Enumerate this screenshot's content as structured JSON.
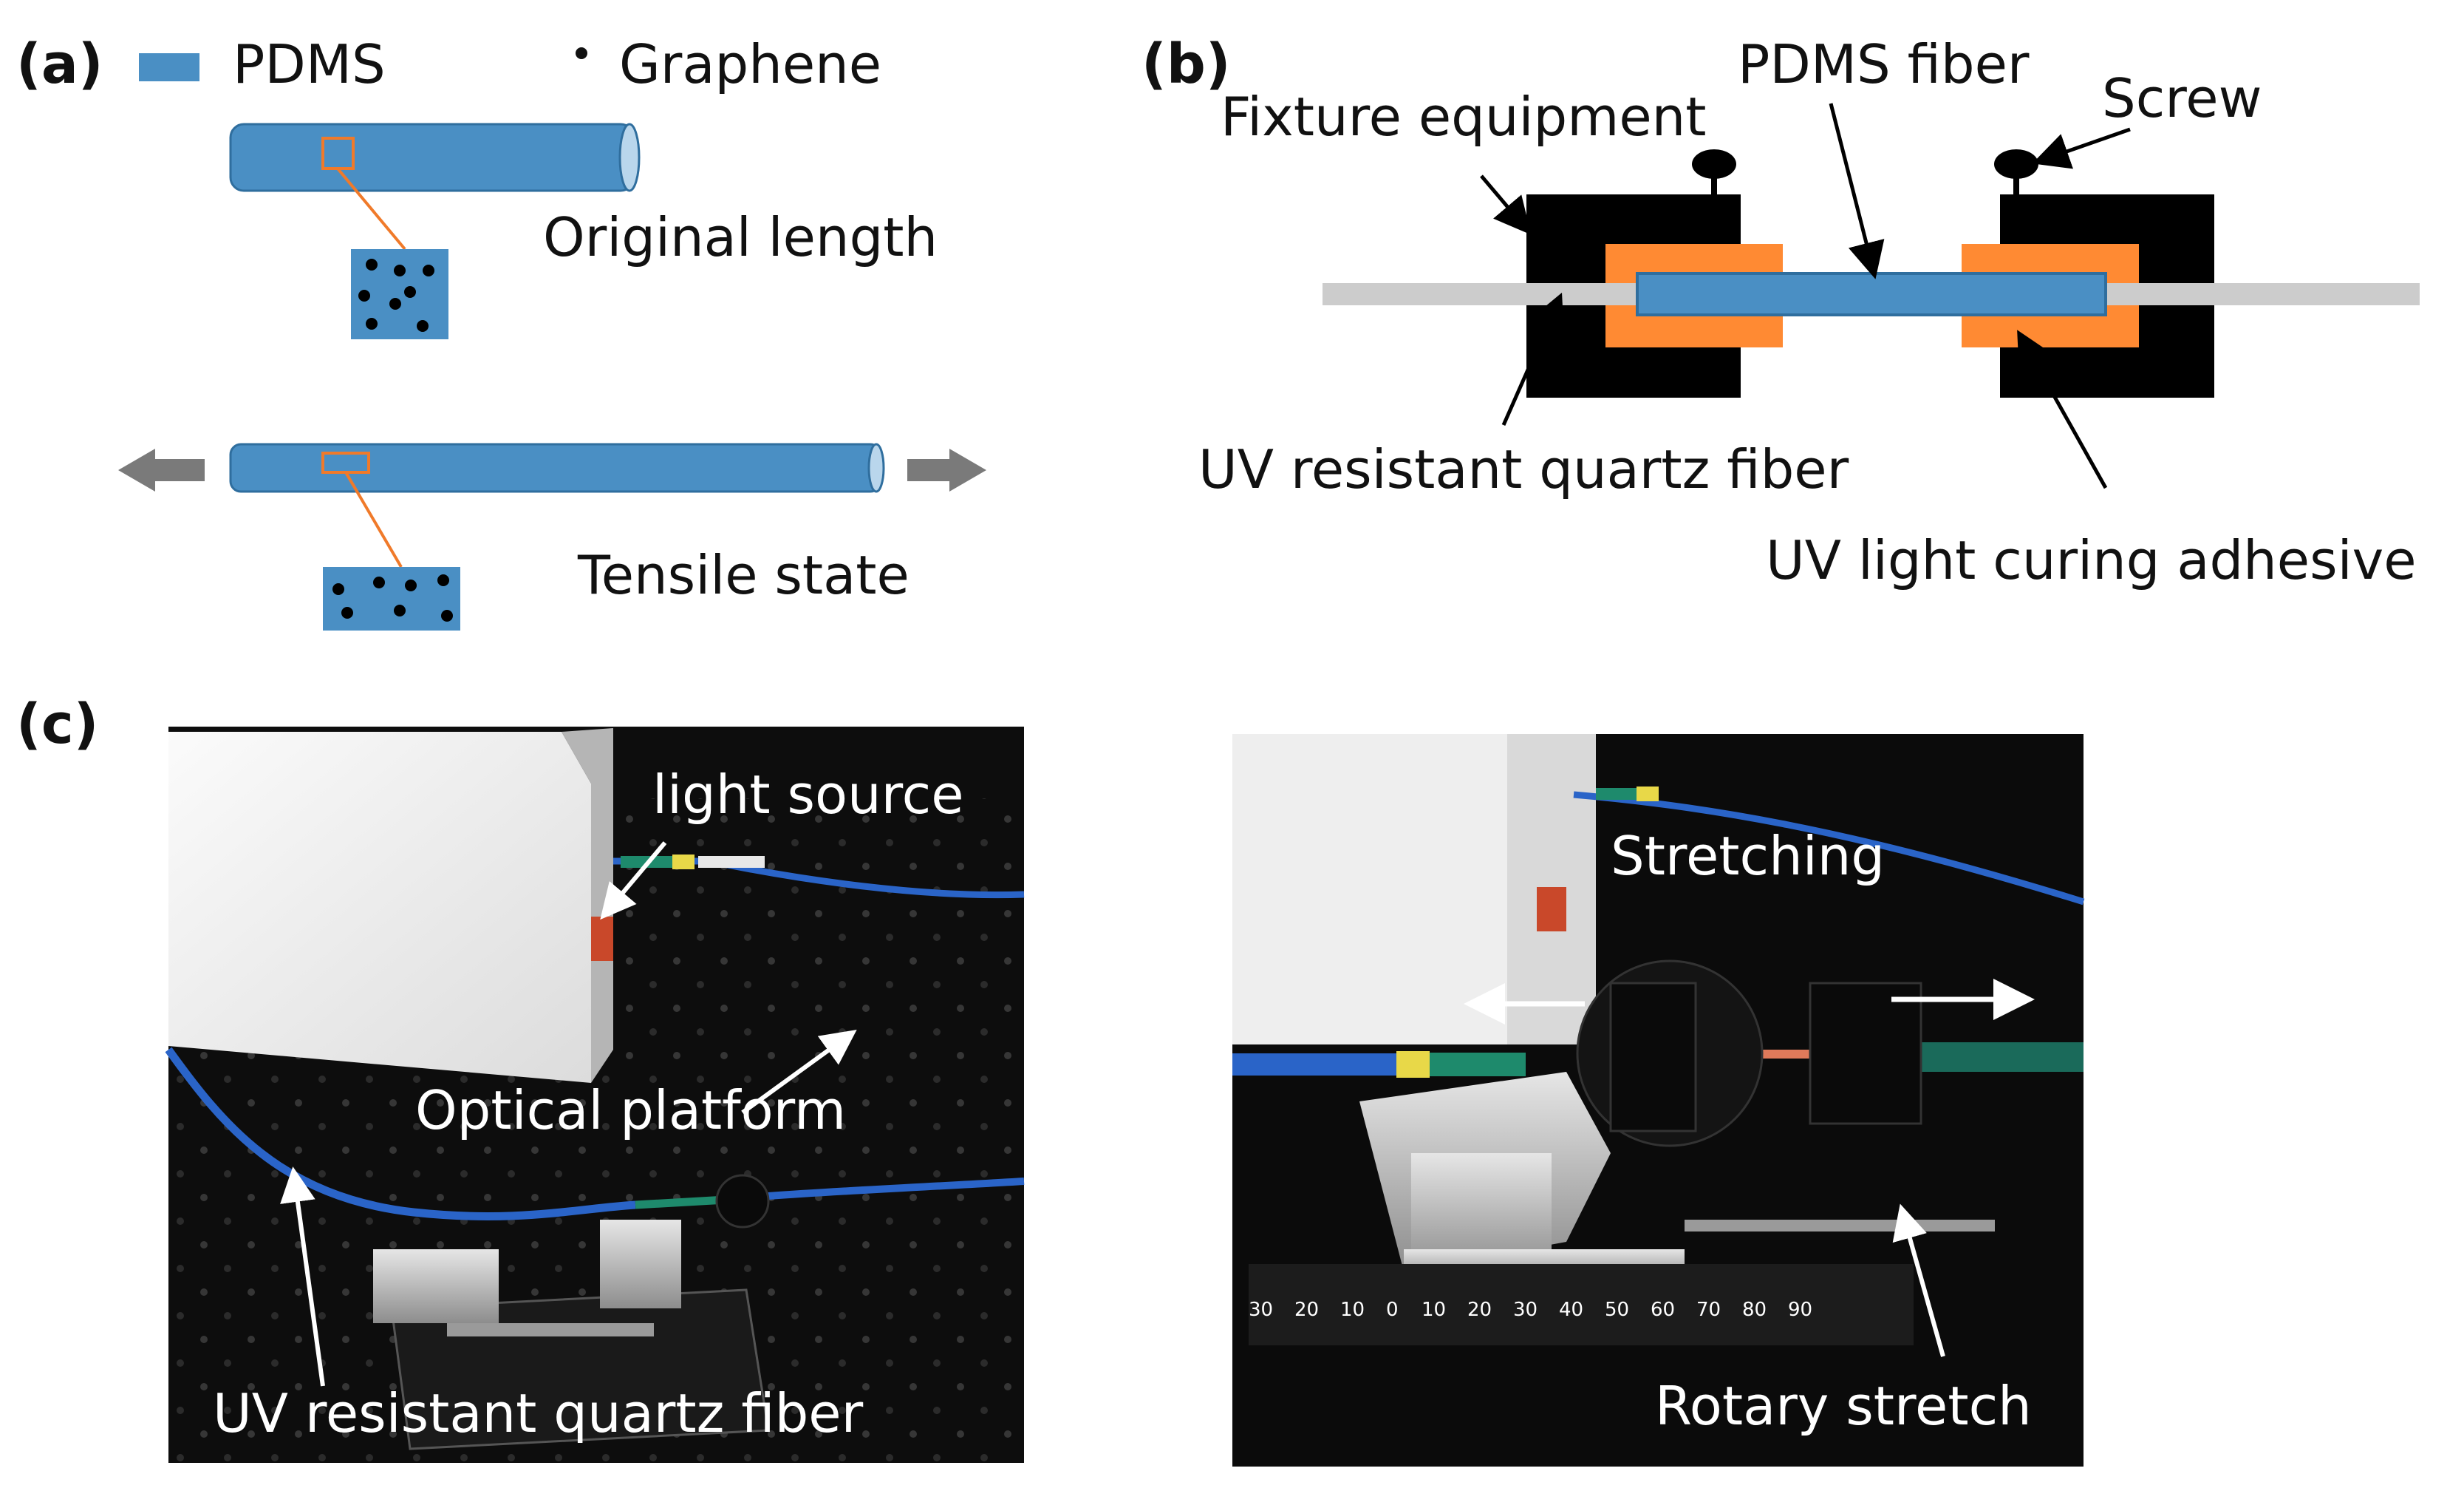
{
  "panel_labels": {
    "a": "(a)",
    "b": "(b)",
    "c": "(c)"
  },
  "panel_a": {
    "legend": {
      "pdms": "PDMS",
      "graphene": "Graphene"
    },
    "original_label": "Original length",
    "tensile_label": "Tensile state"
  },
  "panel_b": {
    "fixture_label": "Fixture equipment",
    "pdms_fiber_label": "PDMS fiber",
    "screw_label": "Screw",
    "quartz_label": "UV resistant quartz fiber",
    "adhesive_label": "UV light curing adhesive"
  },
  "panel_c": {
    "photo1": {
      "light_source_label": "light source",
      "platform_label": "Optical platform",
      "quartz_label": "UV resistant quartz fiber"
    },
    "photo2": {
      "stretching_label": "Stretching",
      "rotary_label": "Rotary stretch",
      "ruler_ticks": [
        "30",
        "20",
        "10",
        "0",
        "10",
        "20",
        "30",
        "40",
        "50",
        "60",
        "70",
        "80",
        "90"
      ]
    }
  },
  "colors": {
    "pdms": "#4a8fc4",
    "pdms_edge": "#2f6e9e",
    "adhesive": "#ff8a33",
    "fixture": "#000000",
    "quartz": "#cccccc",
    "arrow_gray": "#7a7a7a",
    "connector": "#f07a2a"
  }
}
